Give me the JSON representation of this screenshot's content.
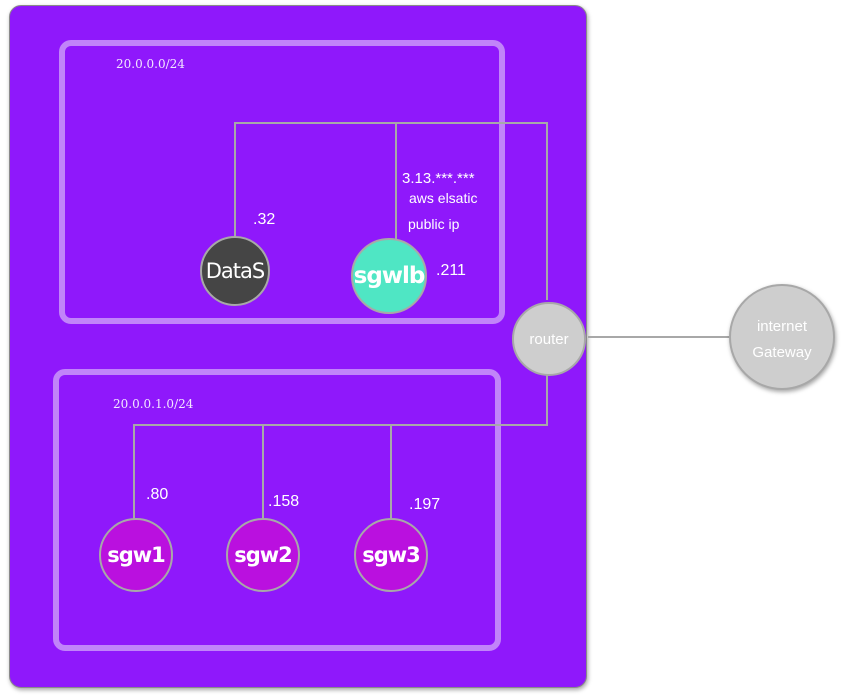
{
  "subnets": {
    "top_cidr": "20.0.0.0/24",
    "bottom_cidr": "20.0.0.1.0/24"
  },
  "nodes": {
    "datas": {
      "label": "DataS",
      "ip": ".32"
    },
    "sgwlb": {
      "label": "sgwlb",
      "ip": ".211",
      "public_ip": "3.13.***.***",
      "note_line1": "aws elsatic",
      "note_line2": "public ip"
    },
    "sgw1": {
      "label": "sgw1",
      "ip": ".80"
    },
    "sgw2": {
      "label": "sgw2",
      "ip": ".158"
    },
    "sgw3": {
      "label": "sgw3",
      "ip": ".197"
    },
    "router": {
      "label": "router"
    },
    "igw": {
      "label_line1": "internet",
      "label_line2": "Gateway"
    }
  },
  "colors": {
    "vpc_fill": "#8f18fb",
    "subnet_border": "#c184f9",
    "datas_fill": "#454545",
    "sgwlb_fill": "#4fe6c4",
    "sgw_fill": "#ba10df",
    "router_fill": "#cecece",
    "igw_fill": "#cecece",
    "link_color": "#a8a8a8"
  }
}
